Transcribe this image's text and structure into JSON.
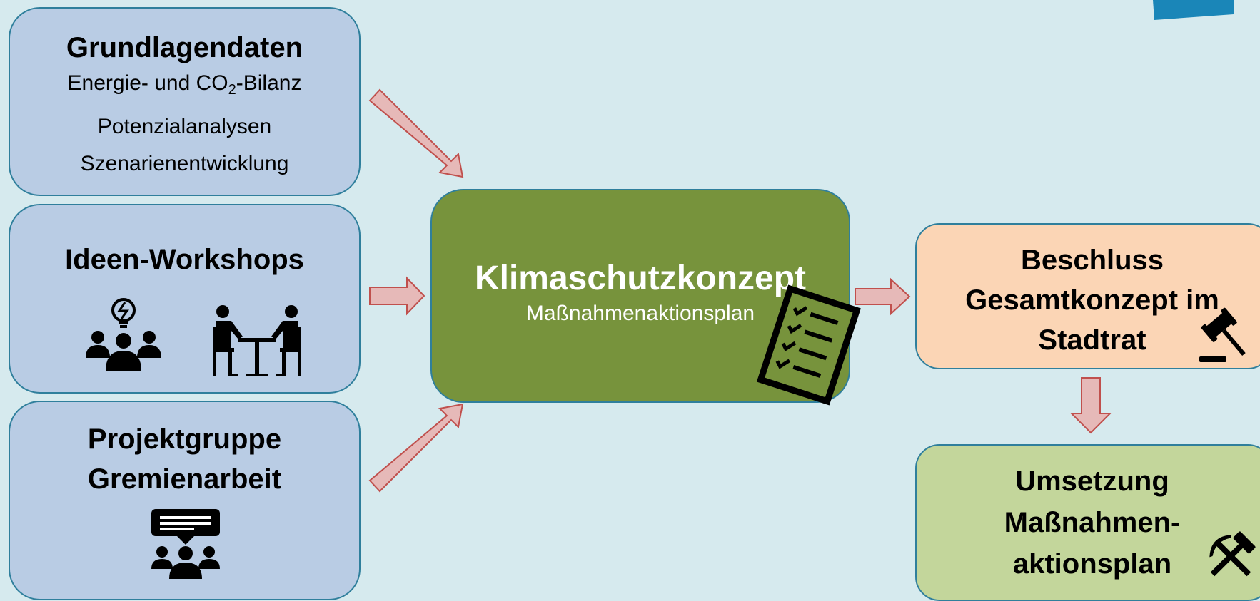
{
  "grundlagen": {
    "title": "Grundlagendaten",
    "line1_pre": "Energie- und CO",
    "line1_sub": "2",
    "line1_post": "-Bilanz",
    "line2": "Potenzialanalysen",
    "line3": "Szenarienentwicklung"
  },
  "workshops": {
    "title": "Ideen-Workshops",
    "icons": [
      "ideas-group-icon",
      "meeting-table-icon"
    ]
  },
  "projektgruppe": {
    "title_line1": "Projektgruppe",
    "title_line2": "Gremienarbeit",
    "icon": "discussion-group-icon"
  },
  "center": {
    "title": "Klimaschutzkonzept",
    "subtitle": "Maßnahmenaktionsplan",
    "icon": "checklist-icon"
  },
  "beschluss": {
    "line1": "Beschluss",
    "line2": "Gesamtkonzept im",
    "line3": "Stadtrat",
    "icon": "gavel-icon"
  },
  "umsetzung": {
    "line1": "Umsetzung",
    "line2": "Maßnahmen-",
    "line3": "aktionsplan",
    "icon": "hammer-pick-icon"
  },
  "colors": {
    "background": "#d6eaee",
    "input_box": "#b9cce4",
    "center_box": "#77933c",
    "decision_box": "#fbd5b5",
    "implementation_box": "#c3d69b",
    "arrow_fill": "#e6b9b8",
    "arrow_stroke": "#c0504d",
    "border": "#2f7f9c"
  }
}
